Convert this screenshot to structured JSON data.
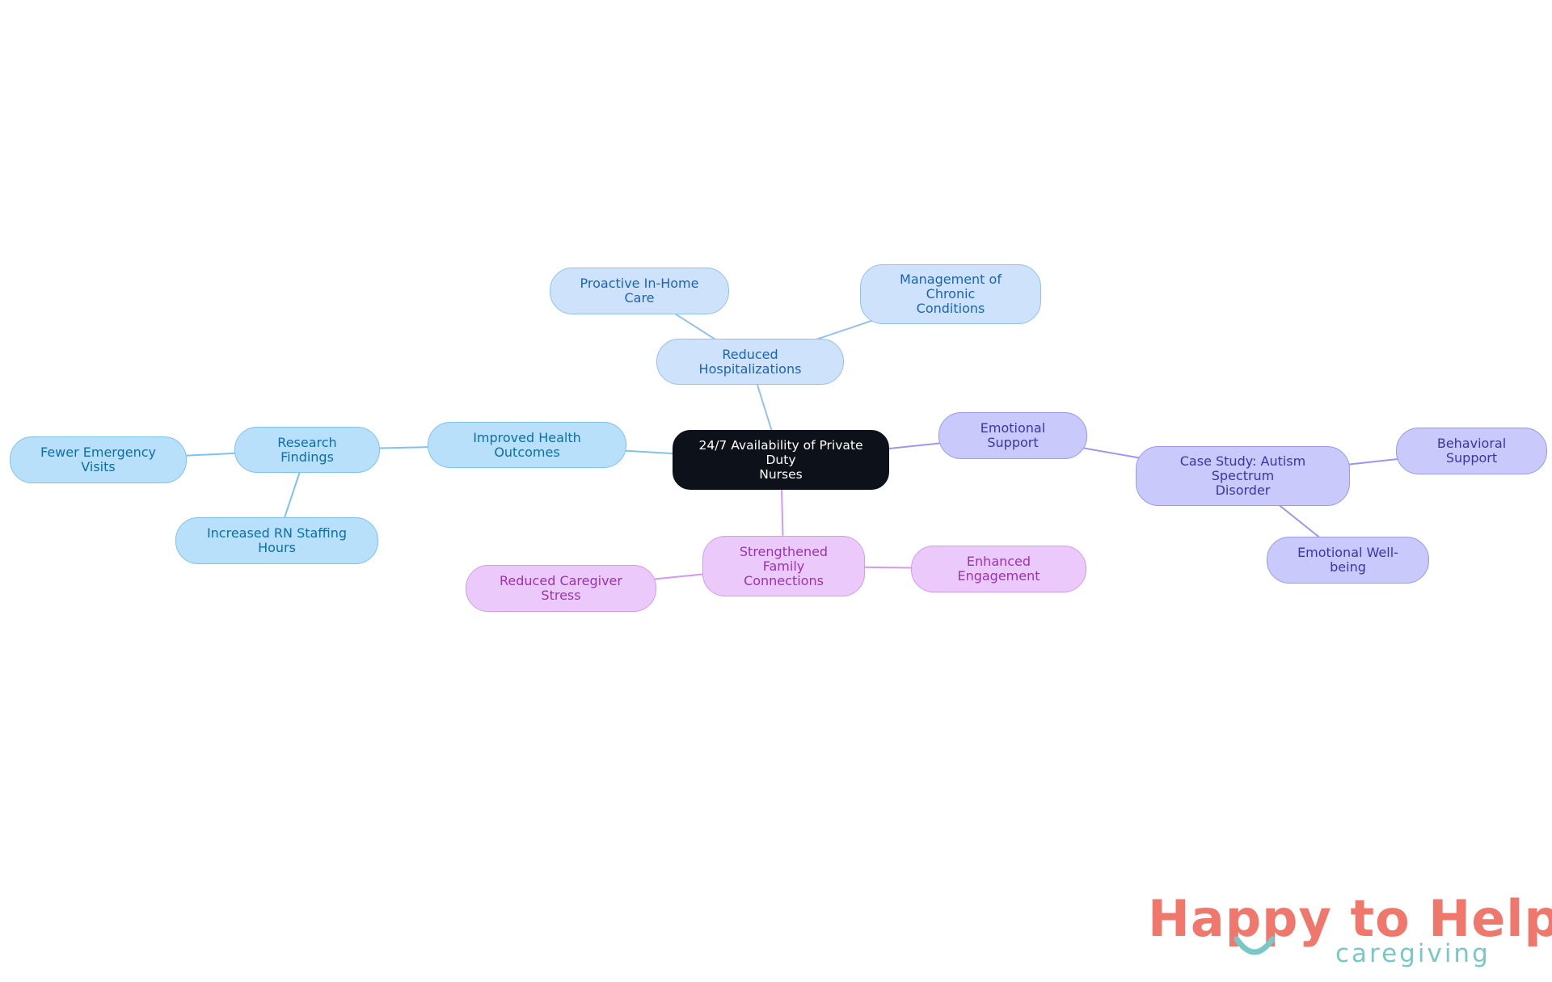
{
  "diagram": {
    "central": {
      "label_lines": [
        "24/7 Availability of Private Duty",
        "Nurses"
      ]
    },
    "nodes": {
      "reduced_hospitalizations": {
        "label": "Reduced Hospitalizations"
      },
      "proactive_care": {
        "label": "Proactive In-Home Care"
      },
      "chronic_conditions": {
        "label_lines": [
          "Management of Chronic",
          "Conditions"
        ]
      },
      "improved_outcomes": {
        "label": "Improved Health Outcomes"
      },
      "research_findings": {
        "label": "Research Findings"
      },
      "fewer_er_visits": {
        "label": "Fewer Emergency Visits"
      },
      "rn_staffing": {
        "label": "Increased RN Staffing Hours"
      },
      "emotional_support": {
        "label": "Emotional Support"
      },
      "case_study_autism": {
        "label_lines": [
          "Case Study: Autism Spectrum",
          "Disorder"
        ]
      },
      "behavioral_support": {
        "label": "Behavioral Support"
      },
      "emotional_wellbeing": {
        "label": "Emotional Well-being"
      },
      "family_connections": {
        "label_lines": [
          "Strengthened Family",
          "Connections"
        ]
      },
      "caregiver_stress": {
        "label": "Reduced Caregiver Stress"
      },
      "enhanced_engagement": {
        "label": "Enhanced Engagement"
      }
    },
    "edges": [
      [
        "central",
        "reduced_hospitalizations"
      ],
      [
        "reduced_hospitalizations",
        "proactive_care"
      ],
      [
        "reduced_hospitalizations",
        "chronic_conditions"
      ],
      [
        "central",
        "improved_outcomes"
      ],
      [
        "improved_outcomes",
        "research_findings"
      ],
      [
        "research_findings",
        "fewer_er_visits"
      ],
      [
        "research_findings",
        "rn_staffing"
      ],
      [
        "central",
        "emotional_support"
      ],
      [
        "emotional_support",
        "case_study_autism"
      ],
      [
        "case_study_autism",
        "behavioral_support"
      ],
      [
        "case_study_autism",
        "emotional_wellbeing"
      ],
      [
        "central",
        "family_connections"
      ],
      [
        "family_connections",
        "caregiver_stress"
      ],
      [
        "family_connections",
        "enhanced_engagement"
      ]
    ],
    "branch_colors": {
      "reduced_hospitalizations": "#93c1ee",
      "improved_outcomes": "#7cc3ee",
      "emotional_support": "#9a98ef",
      "family_connections": "#d39af0"
    }
  },
  "logo": {
    "brand_name": "Happy to Help",
    "tagline": "caregiving",
    "colors": {
      "main": "#ef776c",
      "accent": "#78c9c6"
    }
  }
}
